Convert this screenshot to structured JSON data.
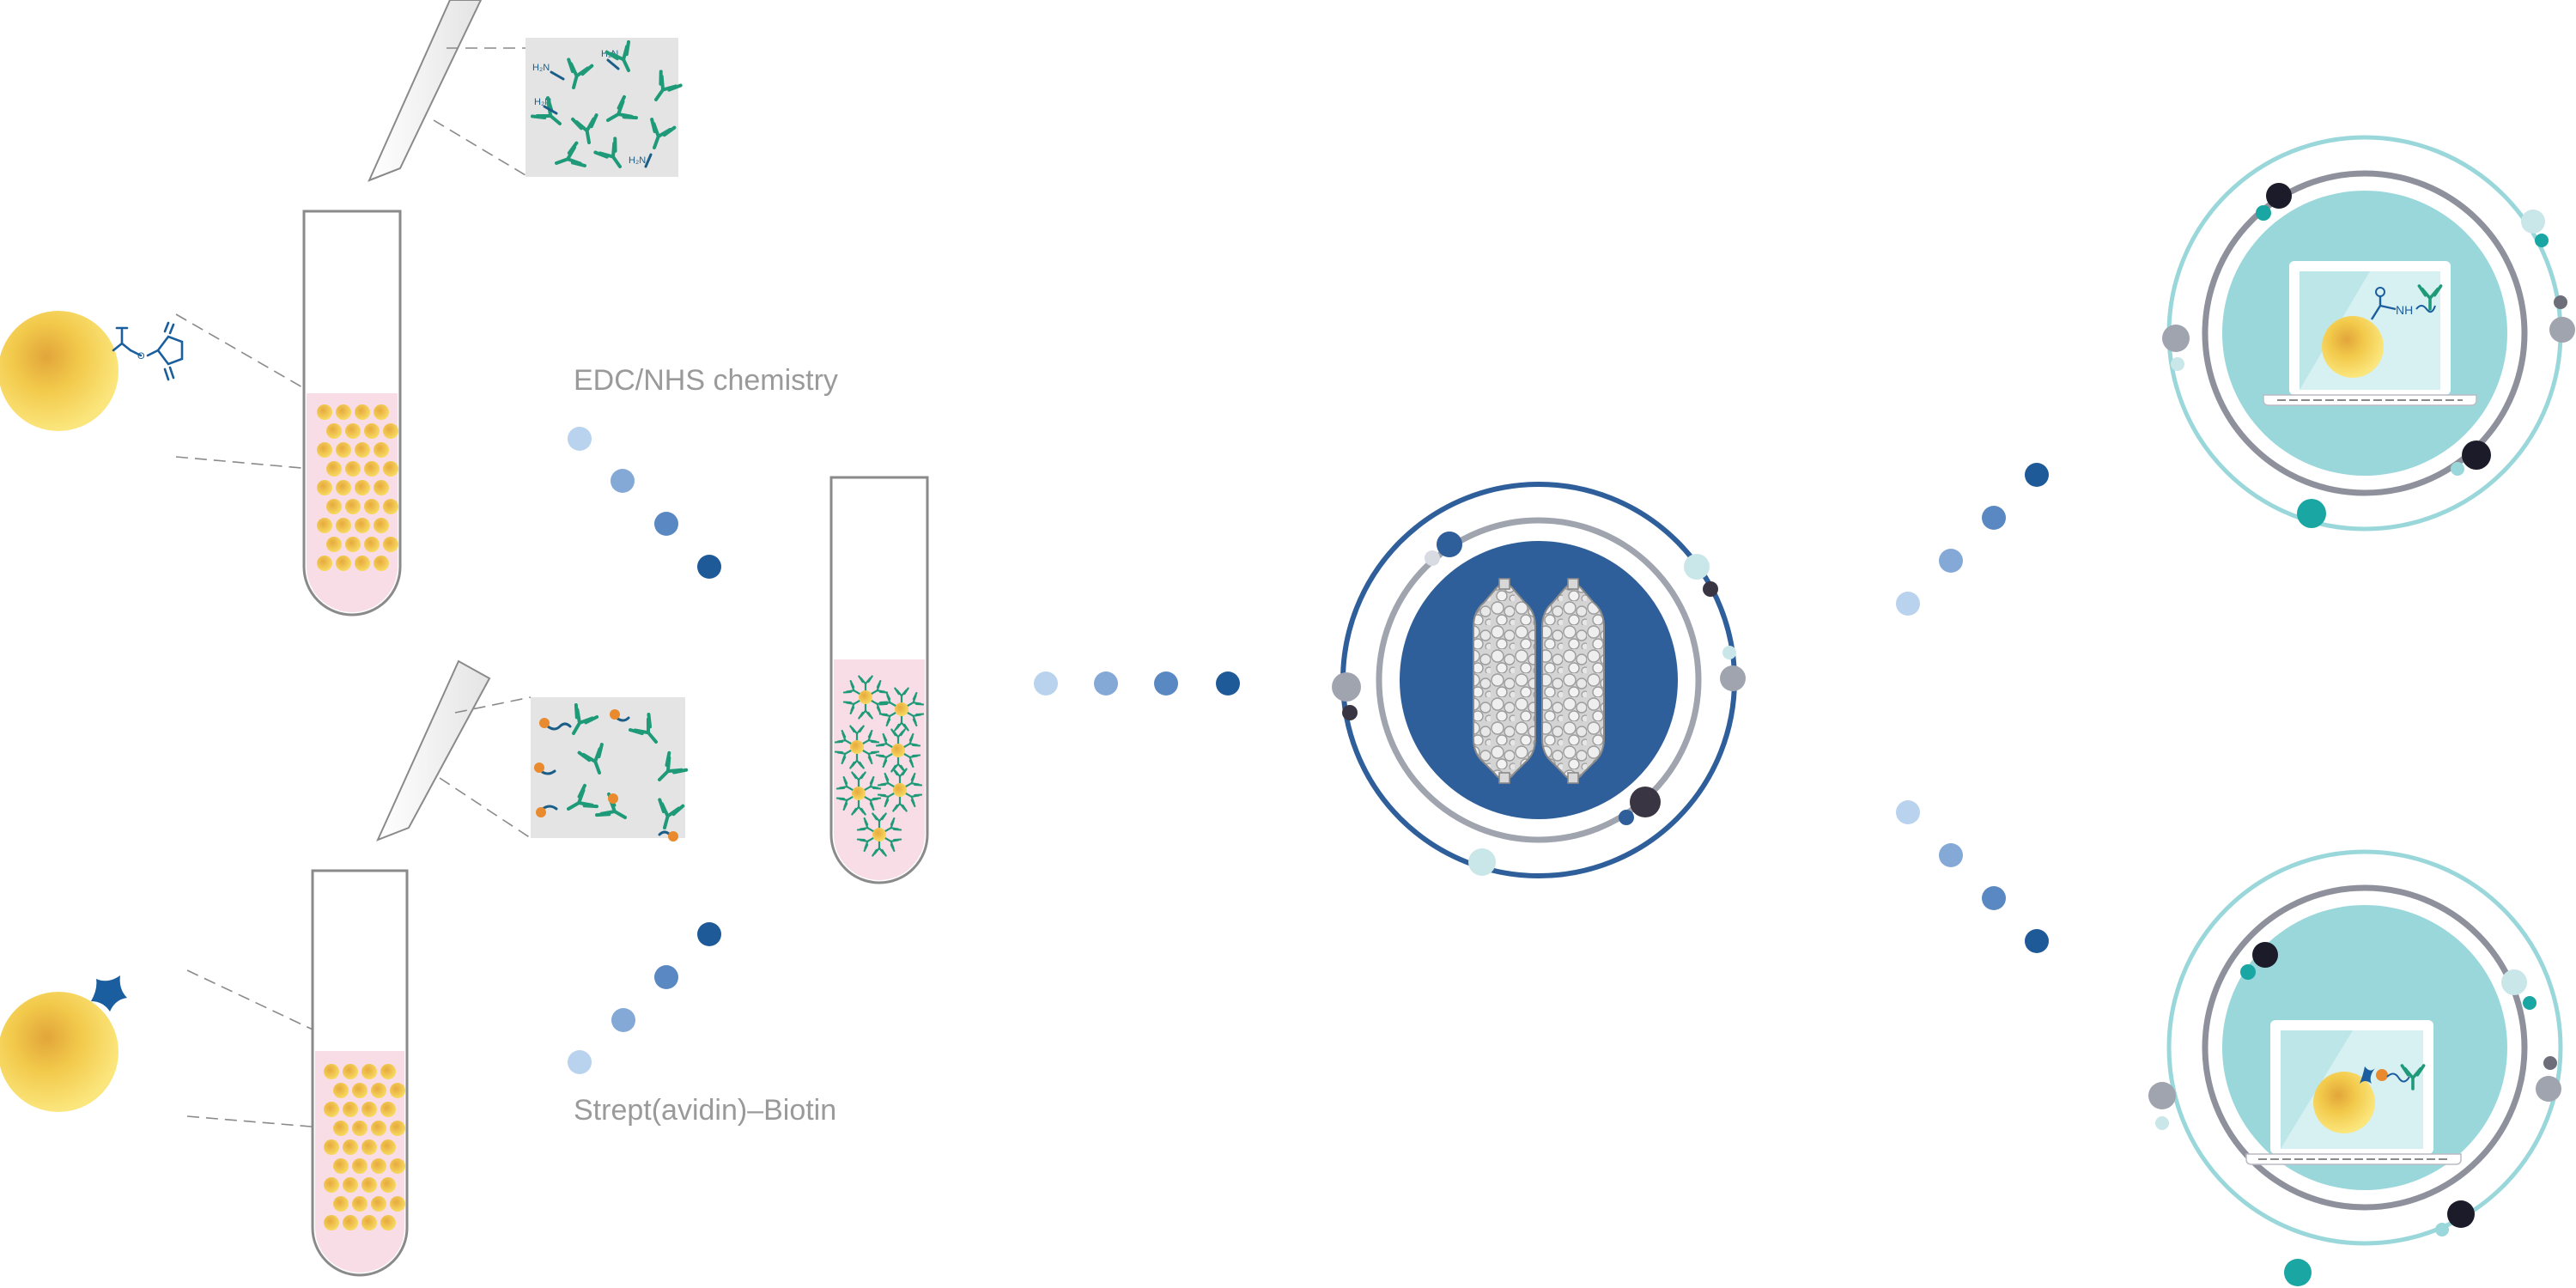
{
  "labels": {
    "edc_nhs": "EDC/NHS chemistry",
    "strept_biotin": "Strept(avidin)–Biotin"
  },
  "molecule_labels": {
    "amine": "H₂N",
    "bond": "NH"
  },
  "colors": {
    "dot_light": "#b9d2ee",
    "dot_mid1": "#85a9d6",
    "dot_mid2": "#5a88c2",
    "dot_dark": "#1f5a98",
    "navy_disc": "#2f5f9a",
    "teal_disc": "#9ad7db",
    "tube_fill": "#f9dde6",
    "bead_gold": "#f0c23e",
    "antibody_green": "#1f9a78",
    "biotin_orange": "#ea8a2f",
    "strept_blue": "#1a5ea0"
  },
  "icons": [
    "nhs-ester-bead-icon",
    "streptavidin-bead-icon",
    "pipette-icon",
    "test-tube-icon",
    "antibody-icon",
    "filter-cartridge-icon",
    "laptop-icon"
  ]
}
